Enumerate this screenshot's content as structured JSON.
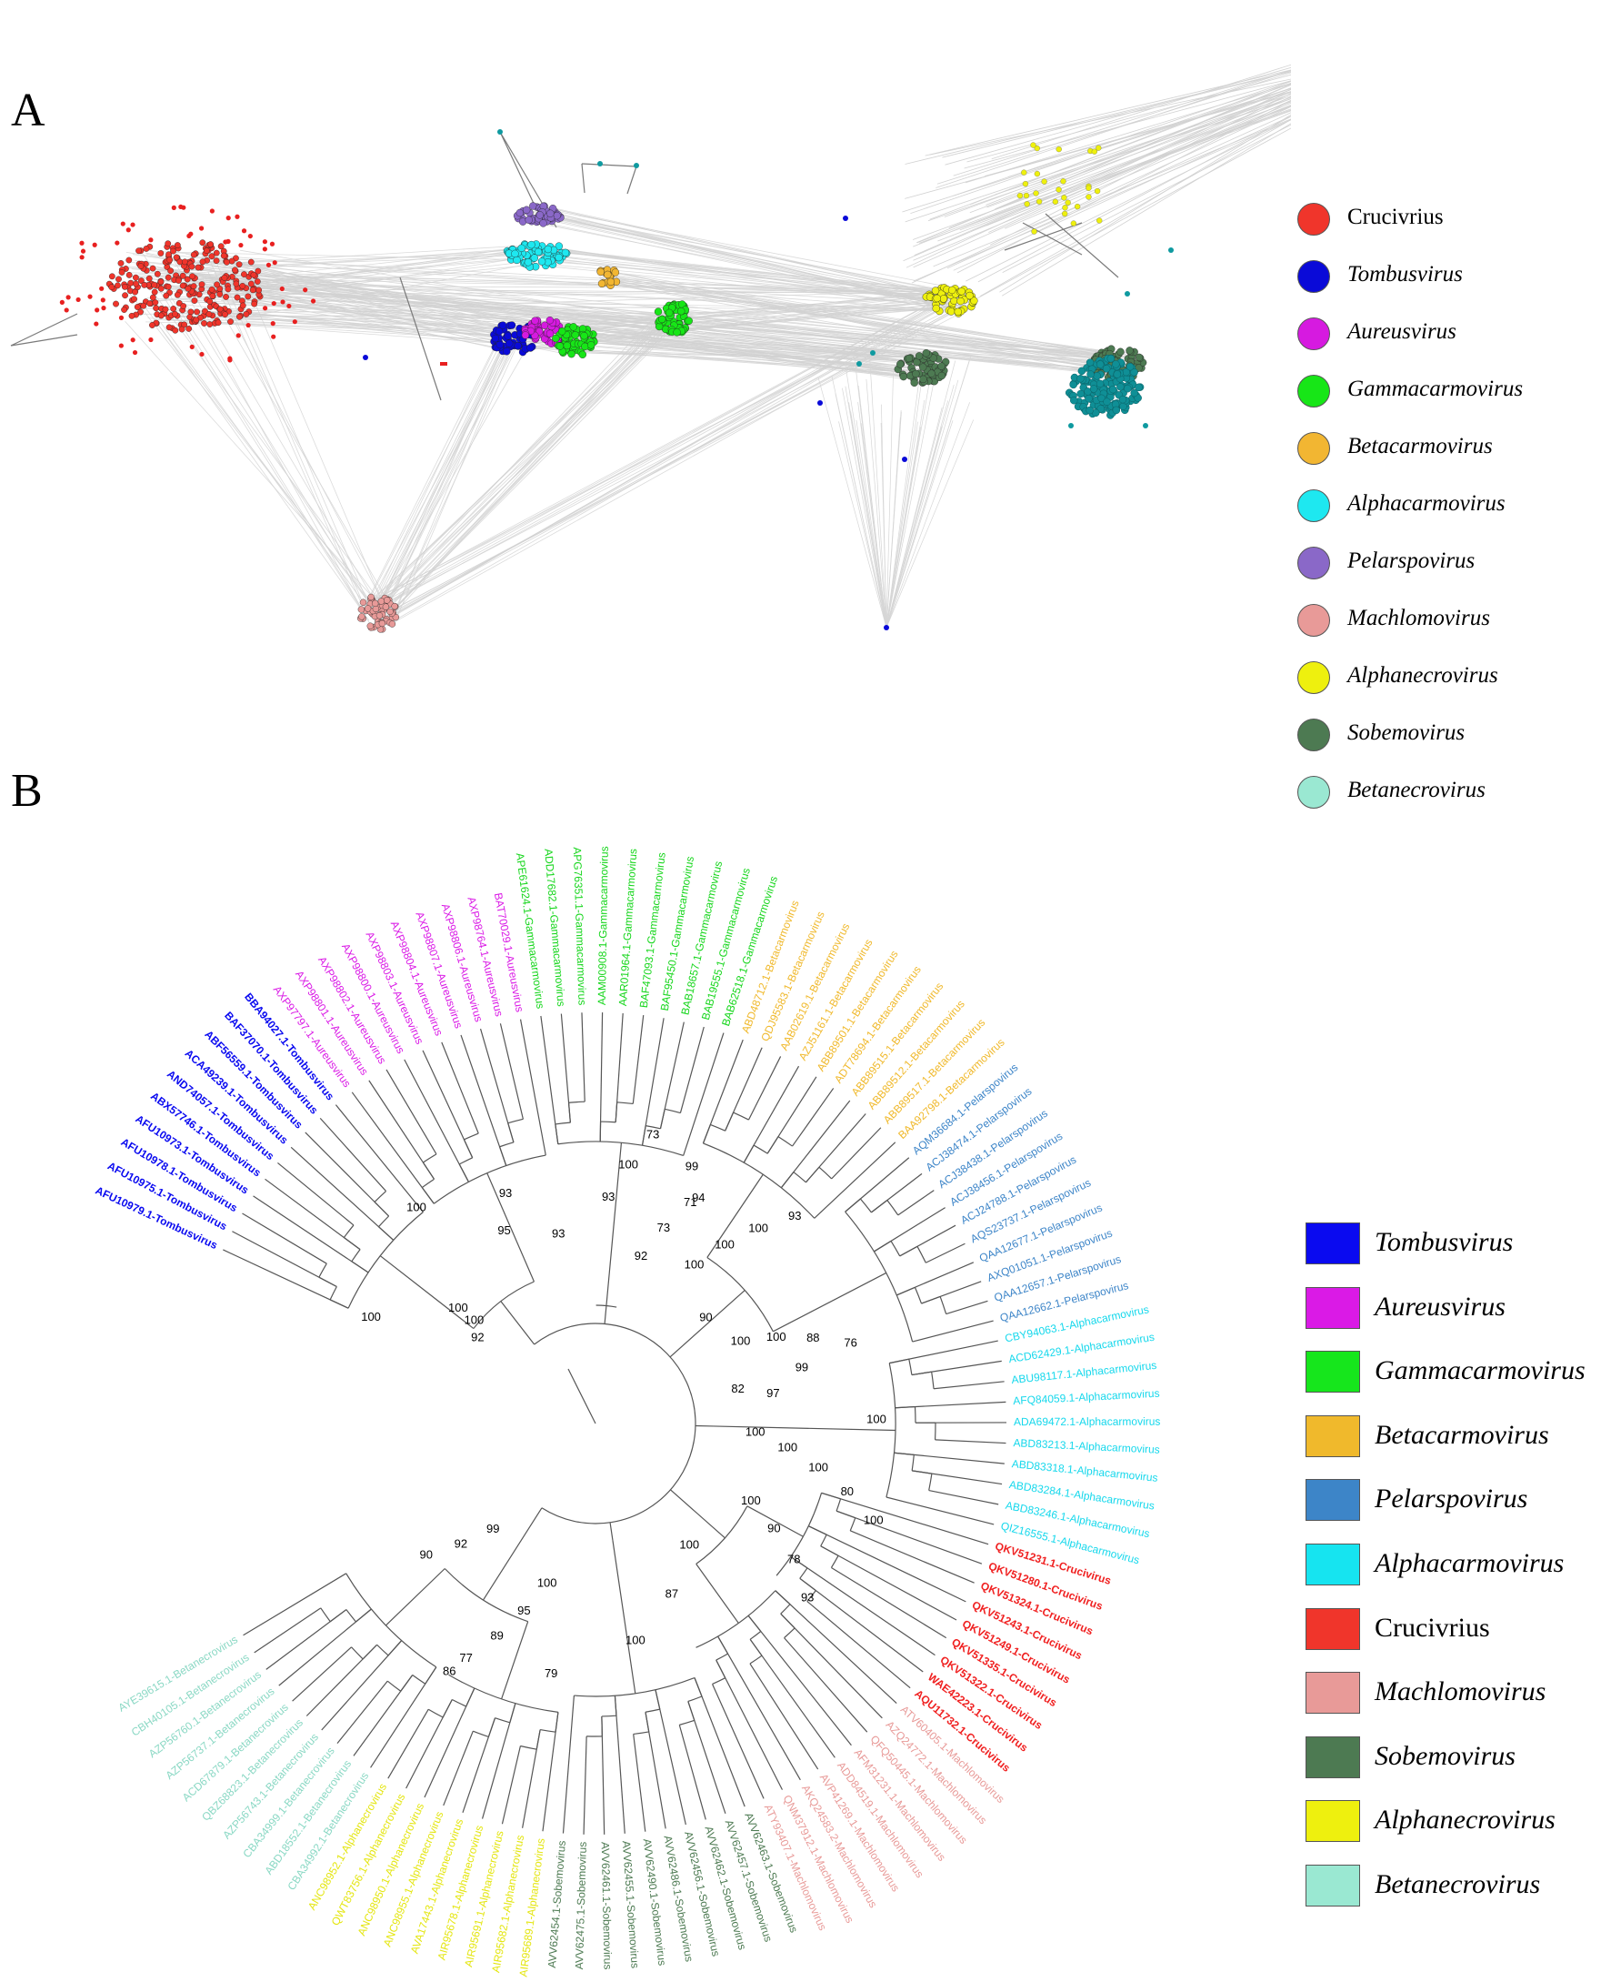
{
  "panel_a": {
    "letter": "A",
    "legend": [
      {
        "label": "Crucivrius",
        "italic": false,
        "color": "#f0352b"
      },
      {
        "label": "Tombusvirus",
        "italic": true,
        "color": "#0a0ad8"
      },
      {
        "label": "Aureusvirus",
        "italic": true,
        "color": "#d61ae0"
      },
      {
        "label": "Gammacarmovirus",
        "italic": true,
        "color": "#17e617"
      },
      {
        "label": "Betacarmovirus",
        "italic": true,
        "color": "#f2b632"
      },
      {
        "label": "Alphacarmovirus",
        "italic": true,
        "color": "#1ee8f0"
      },
      {
        "label": "Pelarspovirus",
        "italic": true,
        "color": "#8a68c8"
      },
      {
        "label": "Machlomovirus",
        "italic": true,
        "color": "#e89a98"
      },
      {
        "label": "Alphanecrovirus",
        "italic": true,
        "color": "#eef00e"
      },
      {
        "label": "Sobemovirus",
        "italic": true,
        "color": "#4d7a52"
      },
      {
        "label": "Betanecrovirus",
        "italic": true,
        "color": "#9ae8d2"
      }
    ]
  },
  "panel_b": {
    "letter": "B",
    "legend": [
      {
        "label": "Tombusvirus",
        "italic": true,
        "color": "#0a0af0"
      },
      {
        "label": "Aureusvirus",
        "italic": true,
        "color": "#da1ae6"
      },
      {
        "label": "Gammacarmovirus",
        "italic": true,
        "color": "#16e61c"
      },
      {
        "label": "Betacarmovirus",
        "italic": true,
        "color": "#f0b92c"
      },
      {
        "label": "Pelarspovirus",
        "italic": true,
        "color": "#3d85c8"
      },
      {
        "label": "Alphacarmovirus",
        "italic": true,
        "color": "#16e4f0"
      },
      {
        "label": "Crucivrius",
        "italic": false,
        "color": "#f0352b"
      },
      {
        "label": "Machlomovirus",
        "italic": true,
        "color": "#e89a98"
      },
      {
        "label": "Sobemovirus",
        "italic": true,
        "color": "#4d7a52"
      },
      {
        "label": "Alphanecrovirus",
        "italic": true,
        "color": "#eef00e"
      },
      {
        "label": "Betanecrovirus",
        "italic": true,
        "color": "#9ae8d2"
      }
    ],
    "tree": {
      "tips": [
        {
          "label": "AFU10979.1-Tombusvirus",
          "group": "tombus"
        },
        {
          "label": "AFU10975.1-Tombusvirus",
          "group": "tombus"
        },
        {
          "label": "AFU10978.1-Tombusvirus",
          "group": "tombus"
        },
        {
          "label": "AFU10973.1-Tombusvirus",
          "group": "tombus"
        },
        {
          "label": "ABX57746.1-Tombusvirus",
          "group": "tombus"
        },
        {
          "label": "AND74057.1-Tombusvirus",
          "group": "tombus"
        },
        {
          "label": "ACA49239.1-Tombusvirus",
          "group": "tombus"
        },
        {
          "label": "ABF56559.1-Tombusvirus",
          "group": "tombus"
        },
        {
          "label": "BAF37070.1-Tombusvirus",
          "group": "tombus"
        },
        {
          "label": "BBA94027.1-Tombusvirus",
          "group": "tombus"
        },
        {
          "label": "AXP97797.1-Aureusvirus",
          "group": "aureus"
        },
        {
          "label": "AXP98801.1-Aureusvirus",
          "group": "aureus"
        },
        {
          "label": "AXP98802.1-Aureusvirus",
          "group": "aureus"
        },
        {
          "label": "AXP98800.1-Aureusvirus",
          "group": "aureus"
        },
        {
          "label": "AXP98803.1-Aureusvirus",
          "group": "aureus"
        },
        {
          "label": "AXP98804.1-Aureusvirus",
          "group": "aureus"
        },
        {
          "label": "AXP98807.1-Aureusvirus",
          "group": "aureus"
        },
        {
          "label": "AXP98806.1-Aureusvirus",
          "group": "aureus"
        },
        {
          "label": "AXP98764.1-Aureusvirus",
          "group": "aureus"
        },
        {
          "label": "BAT70029.1-Aureusvirus",
          "group": "aureus"
        },
        {
          "label": "APE61624.1-Gammacarmovirus",
          "group": "gamma"
        },
        {
          "label": "ADD17682.1-Gammacarmovirus",
          "group": "gamma"
        },
        {
          "label": "APG76351.1-Gammacarmovirus",
          "group": "gamma"
        },
        {
          "label": "AAM00908.1-Gammacarmovirus",
          "group": "gamma"
        },
        {
          "label": "AAR01964.1-Gammacarmovirus",
          "group": "gamma"
        },
        {
          "label": "BAF47093.1-Gammacarmovirus",
          "group": "gamma"
        },
        {
          "label": "BAF95450.1-Gammacarmovirus",
          "group": "gamma"
        },
        {
          "label": "BAB18657.1-Gammacarmovirus",
          "group": "gamma"
        },
        {
          "label": "BAB19555.1-Gammacarmovirus",
          "group": "gamma"
        },
        {
          "label": "BAB62518.1-Gammacarmovirus",
          "group": "gamma"
        },
        {
          "label": "ABD48712.1-Betacarmovirus",
          "group": "beta"
        },
        {
          "label": "QDJ95583.1-Betacarmovirus",
          "group": "beta"
        },
        {
          "label": "AAB02619.1-Betacarmovirus",
          "group": "beta"
        },
        {
          "label": "AZJ51161.1-Betacarmovirus",
          "group": "beta"
        },
        {
          "label": "ABB89501.1-Betacarmovirus",
          "group": "beta"
        },
        {
          "label": "ADT78694.1-Betacarmovirus",
          "group": "beta"
        },
        {
          "label": "ABB89515.1-Betacarmovirus",
          "group": "beta"
        },
        {
          "label": "ABB89512.1-Betacarmovirus",
          "group": "beta"
        },
        {
          "label": "ABB89517.1-Betacarmovirus",
          "group": "beta"
        },
        {
          "label": "BAA92798.1-Betacarmovirus",
          "group": "beta"
        },
        {
          "label": "AQM36684.1-Pelarspovirus",
          "group": "pelar"
        },
        {
          "label": "ACJ38474.1-Pelarspovirus",
          "group": "pelar"
        },
        {
          "label": "ACJ38438.1-Pelarspovirus",
          "group": "pelar"
        },
        {
          "label": "ACJ38456.1-Pelarspovirus",
          "group": "pelar"
        },
        {
          "label": "ACJ24788.1-Pelarspovirus",
          "group": "pelar"
        },
        {
          "label": "AQS23737.1-Pelarspovirus",
          "group": "pelar"
        },
        {
          "label": "QAA12677.1-Pelarspovirus",
          "group": "pelar"
        },
        {
          "label": "AXQ01051.1-Pelarspovirus",
          "group": "pelar"
        },
        {
          "label": "QAA12657.1-Pelarspovirus",
          "group": "pelar"
        },
        {
          "label": "QAA12662.1-Pelarspovirus",
          "group": "pelar"
        },
        {
          "label": "CBY94063.1-Alphacarmovirus",
          "group": "alphacarmo"
        },
        {
          "label": "ACD62429.1-Alphacarmovirus",
          "group": "alphacarmo"
        },
        {
          "label": "ABU98117.1-Alphacarmovirus",
          "group": "alphacarmo"
        },
        {
          "label": "AFQ84059.1-Alphacarmovirus",
          "group": "alphacarmo"
        },
        {
          "label": "ADA69472.1-Alphacarmovirus",
          "group": "alphacarmo"
        },
        {
          "label": "ABD83213.1-Alphacarmovirus",
          "group": "alphacarmo"
        },
        {
          "label": "ABD83318.1-Alphacarmovirus",
          "group": "alphacarmo"
        },
        {
          "label": "ABD83284.1-Alphacarmovirus",
          "group": "alphacarmo"
        },
        {
          "label": "ABD83246.1-Alphacarmovirus",
          "group": "alphacarmo"
        },
        {
          "label": "QIZ16555.1-Alphacarmovirus",
          "group": "alphacarmo"
        },
        {
          "label": "QKV51231.1-Crucivirus",
          "group": "cruci"
        },
        {
          "label": "QKV51280.1-Crucivirus",
          "group": "cruci"
        },
        {
          "label": "QKV51324.1-Crucivirus",
          "group": "cruci"
        },
        {
          "label": "QKV51243.1-Crucivirus",
          "group": "cruci"
        },
        {
          "label": "QKV51249.1-Crucivirus",
          "group": "cruci"
        },
        {
          "label": "QKV51335.1-Crucivirus",
          "group": "cruci"
        },
        {
          "label": "QKV51322.1-Crucivirus",
          "group": "cruci"
        },
        {
          "label": "WAE42223.1-Crucivirus",
          "group": "cruci"
        },
        {
          "label": "AQU11732.1-Crucivirus",
          "group": "cruci"
        },
        {
          "label": "ATV60405.1-Machlomovirus",
          "group": "machlo"
        },
        {
          "label": "AZQ24772.1-Machlomovirus",
          "group": "machlo"
        },
        {
          "label": "QFQ50445.1-Machlomovirus",
          "group": "machlo"
        },
        {
          "label": "AFM31231.1-Machlomovirus",
          "group": "machlo"
        },
        {
          "label": "ADD84519.1-Machlomovirus",
          "group": "machlo"
        },
        {
          "label": "AVP41269.1-Machlomovirus",
          "group": "machlo"
        },
        {
          "label": "AKQ24583.2-Machlomovirus",
          "group": "machlo"
        },
        {
          "label": "QNM37912.1-Machlomovirus",
          "group": "machlo"
        },
        {
          "label": "ATY93407.1-Machlomovirus",
          "group": "machlo"
        },
        {
          "label": "AVV62463.1-Sobemovirus",
          "group": "sobemo"
        },
        {
          "label": "AVV62457.1-Sobemovirus",
          "group": "sobemo"
        },
        {
          "label": "AVV62462.1-Sobemovirus",
          "group": "sobemo"
        },
        {
          "label": "AVV62456.1-Sobemovirus",
          "group": "sobemo"
        },
        {
          "label": "AVV62486.1-Sobemovirus",
          "group": "sobemo"
        },
        {
          "label": "AVV62490.1-Sobemovirus",
          "group": "sobemo"
        },
        {
          "label": "AVV62455.1-Sobemovirus",
          "group": "sobemo"
        },
        {
          "label": "AVV62461.1-Sobemovirus",
          "group": "sobemo"
        },
        {
          "label": "AVV62475.1-Sobemovirus",
          "group": "sobemo"
        },
        {
          "label": "AVV62454.1-Sobemovirus",
          "group": "sobemo"
        },
        {
          "label": "AIR95689.1-Alphanecrovirus",
          "group": "alphanecro"
        },
        {
          "label": "AIR95682.1-Alphanecrovirus",
          "group": "alphanecro"
        },
        {
          "label": "AIR95691.1-Alphanecrovirus",
          "group": "alphanecro"
        },
        {
          "label": "AIR95678.1-Alphanecrovirus",
          "group": "alphanecro"
        },
        {
          "label": "AVA17443.1-Alphanecrovirus",
          "group": "alphanecro"
        },
        {
          "label": "ANC98955.1-Alphanecrovirus",
          "group": "alphanecro"
        },
        {
          "label": "ANC98950.1-Alphanecrovirus",
          "group": "alphanecro"
        },
        {
          "label": "QWT83756.1-Alphanecrovirus",
          "group": "alphanecro"
        },
        {
          "label": "ANC98952.1-Alphanecrovirus",
          "group": "alphanecro"
        },
        {
          "label": "CBA34992.1-Betanecrovirus",
          "group": "betanecro"
        },
        {
          "label": "ABD18552.1-Betanecrovirus",
          "group": "betanecro"
        },
        {
          "label": "CBA34999.1-Betanecrovirus",
          "group": "betanecro"
        },
        {
          "label": "AZP56743.1-Betanecrovirus",
          "group": "betanecro"
        },
        {
          "label": "QBZ68823.1-Betanecrovirus",
          "group": "betanecro"
        },
        {
          "label": "ACD67879.1-Betanecrovirus",
          "group": "betanecro"
        },
        {
          "label": "AZP56737.1-Betanecrovirus",
          "group": "betanecro"
        },
        {
          "label": "AZP56760.1-Betanecrovirus",
          "group": "betanecro"
        },
        {
          "label": "CBH40105.1-Betanecrovirus",
          "group": "betanecro"
        },
        {
          "label": "AYE39615.1-Betanecrovirus",
          "group": "betanecro"
        }
      ],
      "group_colors": {
        "tombus": "#0a0af0",
        "aureus": "#da1ae6",
        "gamma": "#16d61c",
        "beta": "#f0b92c",
        "pelar": "#3d85c8",
        "alphacarmo": "#16d8ec",
        "cruci": "#f02020",
        "machlo": "#e89a98",
        "sobemo": "#4d7a52",
        "alphanecro": "#e4e610",
        "betanecro": "#8ad8c4"
      },
      "bootstrap": [
        {
          "value": "92",
          "clade": "tombus"
        },
        {
          "value": "100",
          "clade": "tombus"
        },
        {
          "value": "95",
          "clade": "aureus"
        },
        {
          "value": "93",
          "clade": "aureus"
        },
        {
          "value": "100",
          "clade": "tombus-aureus"
        },
        {
          "value": "100",
          "clade": "tombus-aureus-root"
        },
        {
          "value": "93",
          "clade": "aureus-gamma"
        },
        {
          "value": "93",
          "clade": "gamma"
        },
        {
          "value": "100",
          "clade": "gamma"
        },
        {
          "value": "73",
          "clade": "gamma"
        },
        {
          "value": "92",
          "clade": "gamma"
        },
        {
          "value": "73",
          "clade": "gamma"
        },
        {
          "value": "71",
          "clade": "gamma"
        },
        {
          "value": "99",
          "clade": "core"
        },
        {
          "value": "90",
          "clade": "beta-pelar"
        },
        {
          "value": "100",
          "clade": "beta"
        },
        {
          "value": "100",
          "clade": "beta"
        },
        {
          "value": "100",
          "clade": "beta"
        },
        {
          "value": "93",
          "clade": "beta"
        },
        {
          "value": "100",
          "clade": "pelar"
        },
        {
          "value": "100",
          "clade": "pelar"
        },
        {
          "value": "88",
          "clade": "pelar"
        },
        {
          "value": "76",
          "clade": "pelar"
        },
        {
          "value": "82",
          "clade": "pelar"
        },
        {
          "value": "97",
          "clade": "pelar"
        },
        {
          "value": "99",
          "clade": "pelar-alphacarmo"
        },
        {
          "value": "94",
          "clade": "core"
        },
        {
          "value": "100",
          "clade": "alphacarmo"
        },
        {
          "value": "100",
          "clade": "alphacarmo"
        },
        {
          "value": "100",
          "clade": "alphacarmo"
        },
        {
          "value": "100",
          "clade": "alphacarmo"
        },
        {
          "value": "80",
          "clade": "alphacarmo"
        },
        {
          "value": "100",
          "clade": "alphacarmo"
        },
        {
          "value": "100",
          "clade": "cruci"
        },
        {
          "value": "90",
          "clade": "cruci"
        },
        {
          "value": "78",
          "clade": "cruci"
        },
        {
          "value": "93",
          "clade": "cruci-machlo"
        },
        {
          "value": "100",
          "clade": "machlo"
        },
        {
          "value": "87",
          "clade": "machlo-sobemo"
        },
        {
          "value": "100",
          "clade": "sobemo"
        },
        {
          "value": "79",
          "clade": "necro-sobemo"
        },
        {
          "value": "86",
          "clade": "necro"
        },
        {
          "value": "100",
          "clade": "alphanecro"
        },
        {
          "value": "95",
          "clade": "alphanecro"
        },
        {
          "value": "89",
          "clade": "alphanecro"
        },
        {
          "value": "77",
          "clade": "alphanecro"
        },
        {
          "value": "99",
          "clade": "betanecro"
        },
        {
          "value": "92",
          "clade": "betanecro"
        },
        {
          "value": "90",
          "clade": "betanecro"
        },
        {
          "value": "100",
          "clade": "root"
        }
      ]
    }
  }
}
